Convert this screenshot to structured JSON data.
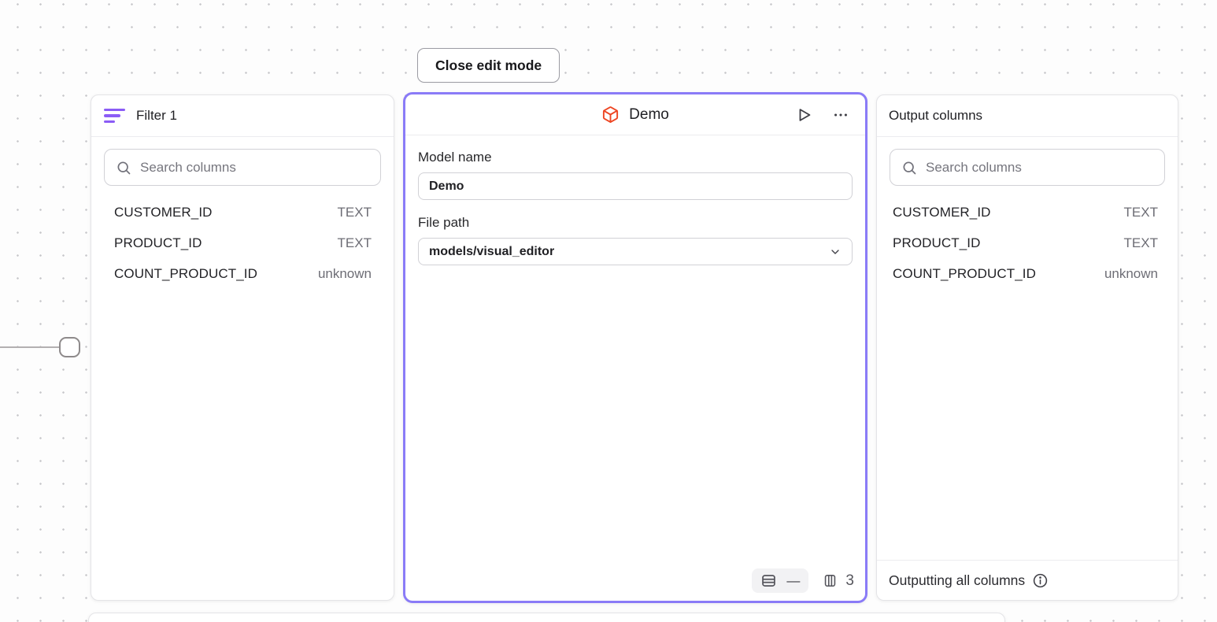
{
  "toolbar": {
    "close_edit_label": "Close edit mode"
  },
  "filter_panel": {
    "title": "Filter 1",
    "search_placeholder": "Search columns",
    "columns": [
      {
        "name": "CUSTOMER_ID",
        "type": "TEXT"
      },
      {
        "name": "PRODUCT_ID",
        "type": "TEXT"
      },
      {
        "name": "COUNT_PRODUCT_ID",
        "type": "unknown"
      }
    ]
  },
  "model_panel": {
    "title": "Demo",
    "model_name_label": "Model name",
    "model_name_value": "Demo",
    "file_path_label": "File path",
    "file_path_value": "models/visual_editor",
    "row_count_display": "—",
    "column_count": "3"
  },
  "output_panel": {
    "title": "Output columns",
    "search_placeholder": "Search columns",
    "columns": [
      {
        "name": "CUSTOMER_ID",
        "type": "TEXT"
      },
      {
        "name": "PRODUCT_ID",
        "type": "TEXT"
      },
      {
        "name": "COUNT_PRODUCT_ID",
        "type": "unknown"
      }
    ],
    "footer_text": "Outputting all columns"
  },
  "colors": {
    "selection_border": "#8a7bf7",
    "filter_icon": "#8b5cf6",
    "model_icon": "#ee4623",
    "canvas_dot": "#c7c7cb"
  }
}
